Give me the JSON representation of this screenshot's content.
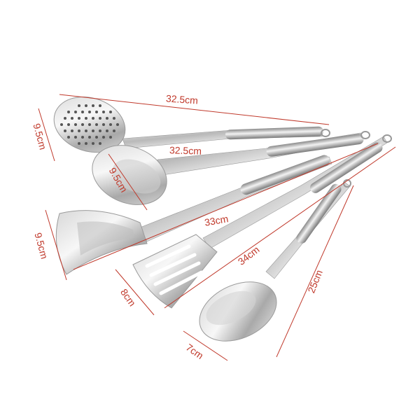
{
  "accent_color": "#c0392b",
  "dimensions": {
    "skimmer_length": "32.5cm",
    "skimmer_width": "9.5cm",
    "ladle_length": "32.5cm",
    "ladle_width": "9.5cm",
    "turner_length": "33cm",
    "turner_width": "9.5cm",
    "slotted_turner_length": "34cm",
    "slotted_turner_width": "8cm",
    "spoon_length": "25cm",
    "spoon_width": "7cm"
  }
}
